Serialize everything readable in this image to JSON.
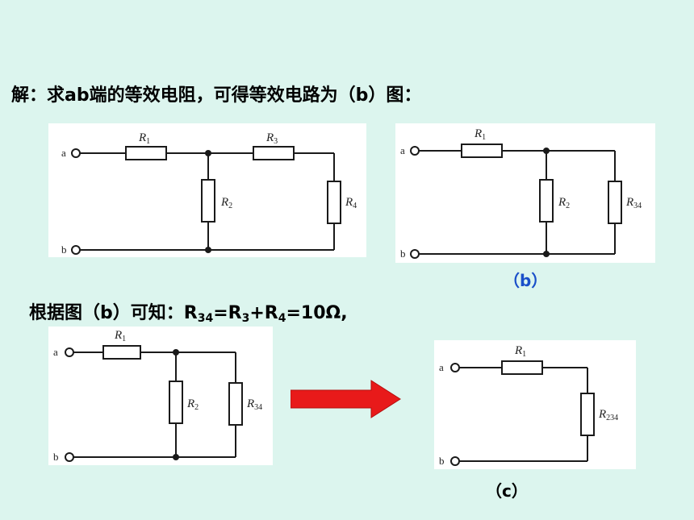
{
  "heading": "解：求ab端的等效电阻，可得等效电路为（b）图：",
  "sub_heading": {
    "prefix": "根据图（b）可知：",
    "r34_base": "R",
    "r34_sub": "34",
    "eq": "=",
    "r3_base": "R",
    "r3_sub": "3",
    "plus": "+",
    "r4_base": "R",
    "r4_sub": "4",
    "result": "=10Ω,"
  },
  "captions": {
    "b": "（b）",
    "c": "（c）"
  },
  "terminals": {
    "a": "a",
    "b": "b"
  },
  "resistors": {
    "r1": {
      "base": "R",
      "sub": "1"
    },
    "r2": {
      "base": "R",
      "sub": "2"
    },
    "r3": {
      "base": "R",
      "sub": "3"
    },
    "r4": {
      "base": "R",
      "sub": "4"
    },
    "r34": {
      "base": "R",
      "sub": "34"
    },
    "r234": {
      "base": "R",
      "sub": "234"
    }
  },
  "colors": {
    "background": "#dcf5ee",
    "arrow": "#e81a1a",
    "caption_b": "#1a4fc9",
    "wire": "#1a1a1a"
  }
}
